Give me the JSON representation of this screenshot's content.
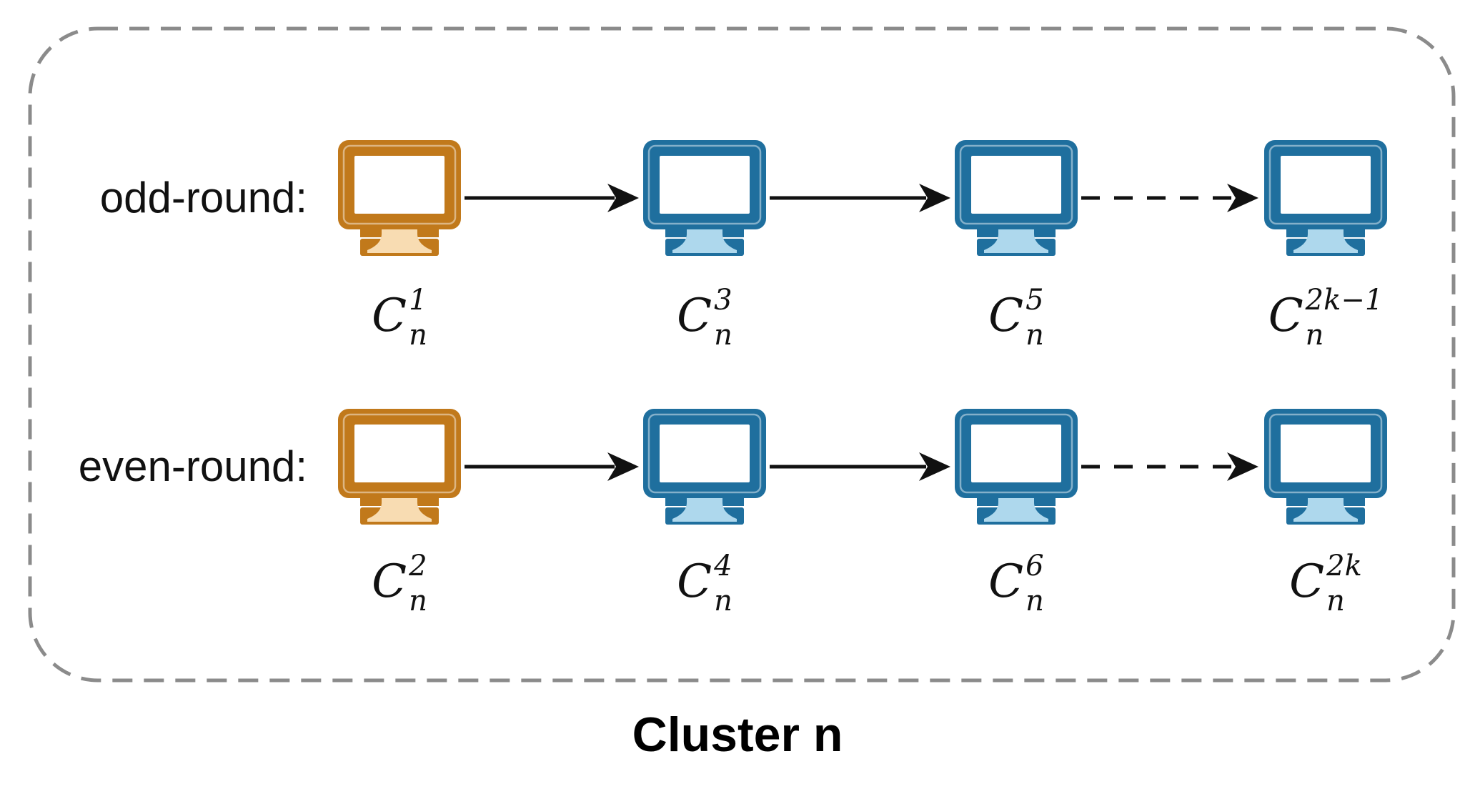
{
  "diagram": {
    "caption": "Cluster n",
    "rows": [
      {
        "label": "odd-round:",
        "nodes": [
          {
            "base": "C",
            "sub": "n",
            "sup": "1",
            "variant": "orange"
          },
          {
            "base": "C",
            "sub": "n",
            "sup": "3",
            "variant": "blue"
          },
          {
            "base": "C",
            "sub": "n",
            "sup": "5",
            "variant": "blue"
          },
          {
            "base": "C",
            "sub": "n",
            "sup": "2k−1",
            "variant": "blue"
          }
        ],
        "arrow_styles": [
          "solid",
          "solid",
          "dashed"
        ]
      },
      {
        "label": "even-round:",
        "nodes": [
          {
            "base": "C",
            "sub": "n",
            "sup": "2",
            "variant": "orange"
          },
          {
            "base": "C",
            "sub": "n",
            "sup": "4",
            "variant": "blue"
          },
          {
            "base": "C",
            "sub": "n",
            "sup": "6",
            "variant": "blue"
          },
          {
            "base": "C",
            "sub": "n",
            "sup": "2k",
            "variant": "blue"
          }
        ],
        "arrow_styles": [
          "solid",
          "solid",
          "dashed"
        ]
      }
    ]
  },
  "colors": {
    "orange-frame": "#c1791b",
    "orange-light": "#f8dcb2",
    "blue-frame": "#1f6f9e",
    "blue-light": "#aed8ed",
    "border-gray": "#8b8b8b",
    "ink": "#111111"
  }
}
